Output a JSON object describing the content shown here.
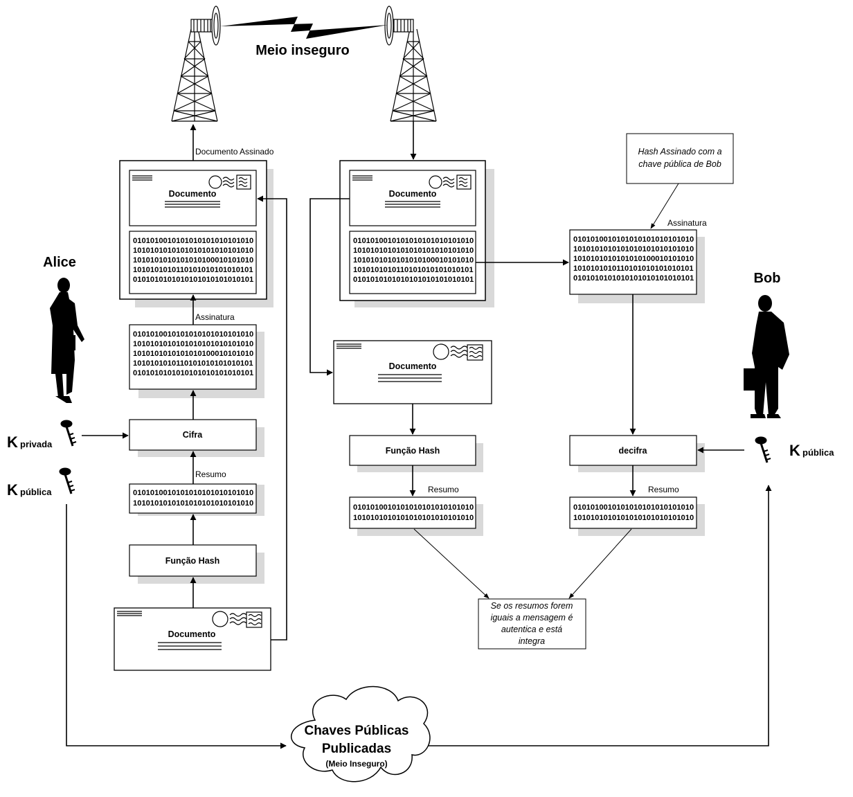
{
  "title": "Meio inseguro",
  "alice": {
    "name": "Alice"
  },
  "bob": {
    "name": "Bob"
  },
  "keys": {
    "k_letter": "K",
    "privada": "privada",
    "publica": "pública"
  },
  "document_label": "Documento",
  "function_hash_label": "Função Hash",
  "cifra_label": "Cifra",
  "decifra_label": "decifra",
  "resumo_label": "Resumo",
  "assinatura_label": "Assinatura",
  "documento_assinado_label": "Documento Assinado",
  "binary_long": [
    "0101010010101010101010101010",
    "1010101010101010101010101010",
    "1010101010101010100010101010",
    "1010101010110101010101010101",
    "0101010101010101010101010101"
  ],
  "binary_short": [
    "0101010010101010101010101010",
    "1010101010101010101010101010"
  ],
  "notes": {
    "hash_signed": [
      "Hash Assinado com a",
      "chave pública de Bob"
    ],
    "compare": [
      "Se os resumos forem",
      "iguais a mensagem é",
      "autentica e está",
      "integra"
    ]
  },
  "cloud": {
    "line1": "Chaves Públicas",
    "line2": "Publicadas",
    "line3": "(Meio Inseguro)"
  }
}
